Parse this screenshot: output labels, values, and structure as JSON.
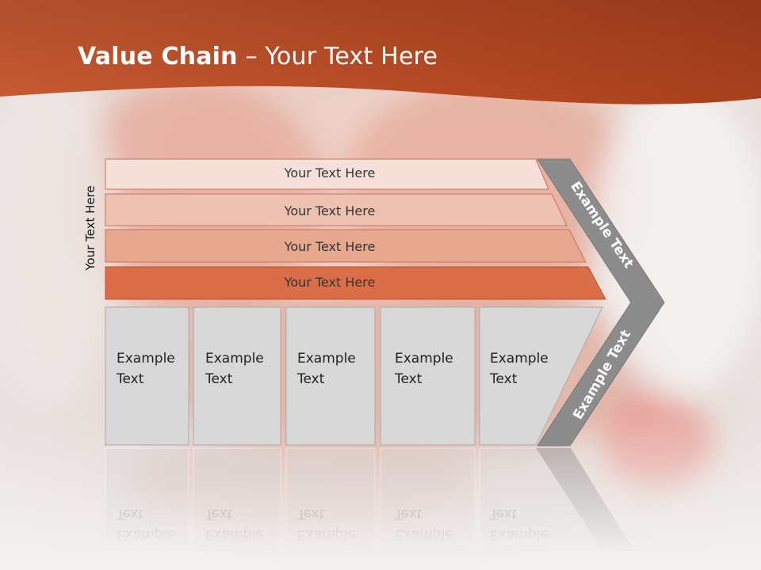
{
  "title": {
    "bold": "Value Chain",
    "rest": " – Your Text Here"
  },
  "side_label": "Your Text Here",
  "bars": [
    {
      "label": "Your Text Here",
      "color": "#f6e0da"
    },
    {
      "label": "Your Text Here",
      "color": "#efc1b1"
    },
    {
      "label": "Your Text Here",
      "color": "#e8a78f"
    },
    {
      "label": "Your Text Here",
      "color": "#d96e49"
    }
  ],
  "boxes": [
    {
      "line1": "Example",
      "line2": "Text"
    },
    {
      "line1": "Example",
      "line2": "Text"
    },
    {
      "line1": "Example",
      "line2": "Text"
    },
    {
      "line1": "Example",
      "line2": "Text"
    },
    {
      "line1": "Example",
      "line2": "Text"
    }
  ],
  "chevron": {
    "upper_label": "Example Text",
    "lower_label": "Example Text",
    "color": "#8c8c8c"
  },
  "colors": {
    "header": "#b94e29",
    "box_fill": "#d8d8d8"
  }
}
